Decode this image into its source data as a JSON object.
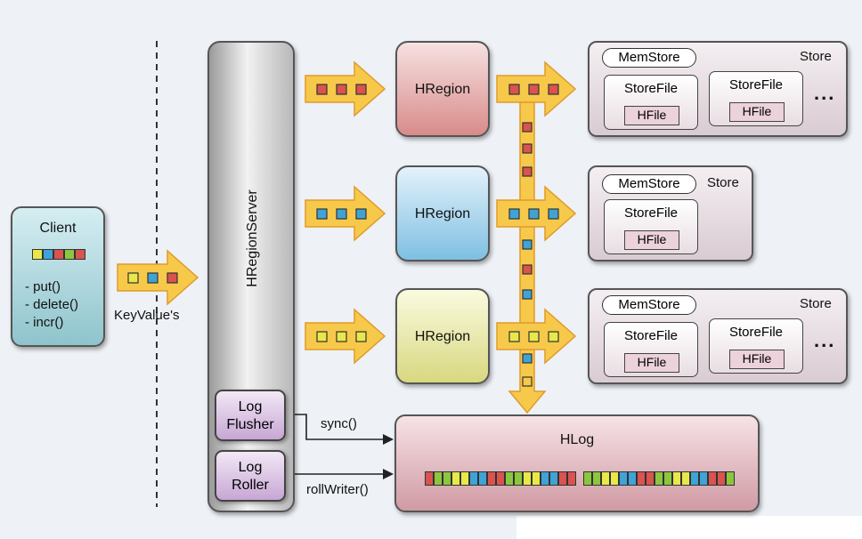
{
  "client": {
    "title": "Client",
    "methods": [
      "- put()",
      "- delete()",
      "- incr()"
    ]
  },
  "keyvalue_label": "KeyValue's",
  "server": {
    "label": "HRegionServer"
  },
  "log_flusher": {
    "line1": "Log",
    "line2": "Flusher"
  },
  "log_roller": {
    "line1": "Log",
    "line2": "Roller"
  },
  "regions": [
    {
      "label": "HRegion",
      "color": "#e6a6a6"
    },
    {
      "label": "HRegion",
      "color": "#9fd0ec"
    },
    {
      "label": "HRegion",
      "color": "#e6e6a2"
    }
  ],
  "store": {
    "memstore": "MemStore",
    "title": "Store",
    "storefile": "StoreFile",
    "hfile": "HFile",
    "ellipsis": "..."
  },
  "hlog": {
    "label": "HLog"
  },
  "sync_label": "sync()",
  "rollwriter_label": "rollWriter()",
  "colors": {
    "red": "#d9534f",
    "blue": "#3fa3d6",
    "yellow": "#e8e84a",
    "green": "#8cc63f",
    "arrow": "#f7c94b",
    "arrow_border": "#e09a2a"
  }
}
